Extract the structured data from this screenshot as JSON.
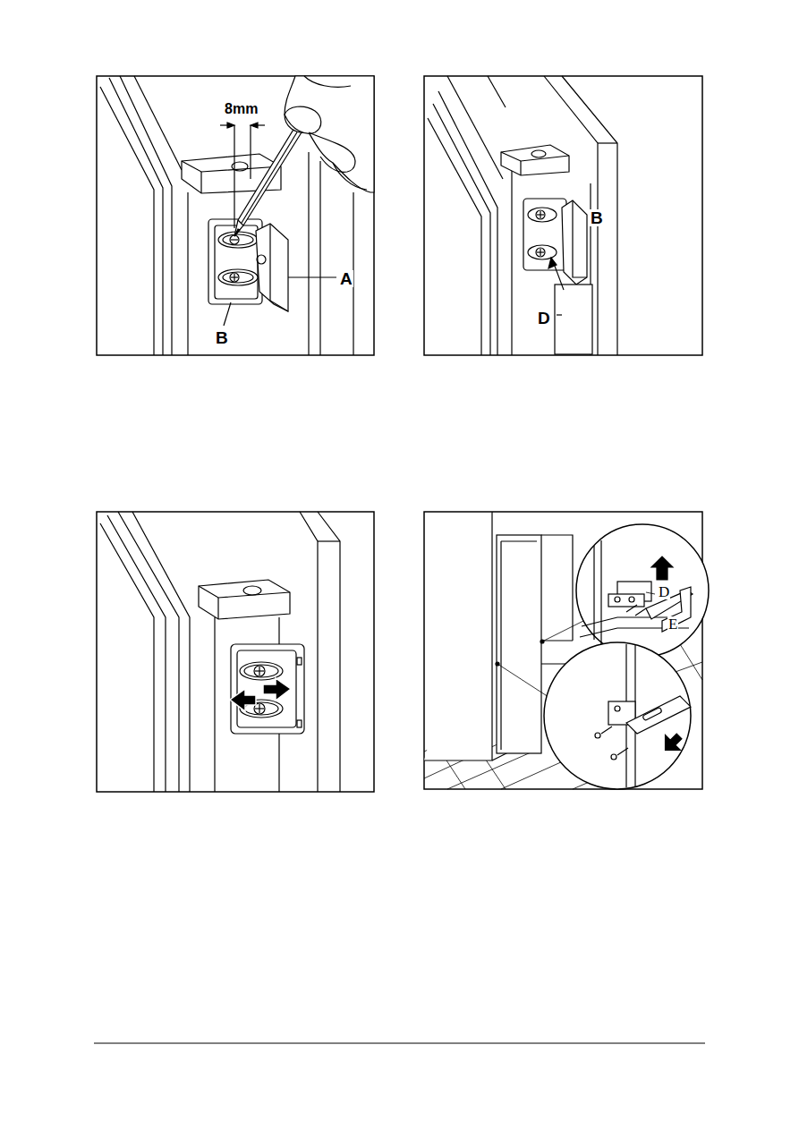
{
  "diagram": {
    "labels": [
      "8mm",
      "A",
      "B",
      "B",
      "D",
      "D",
      "E"
    ]
  }
}
